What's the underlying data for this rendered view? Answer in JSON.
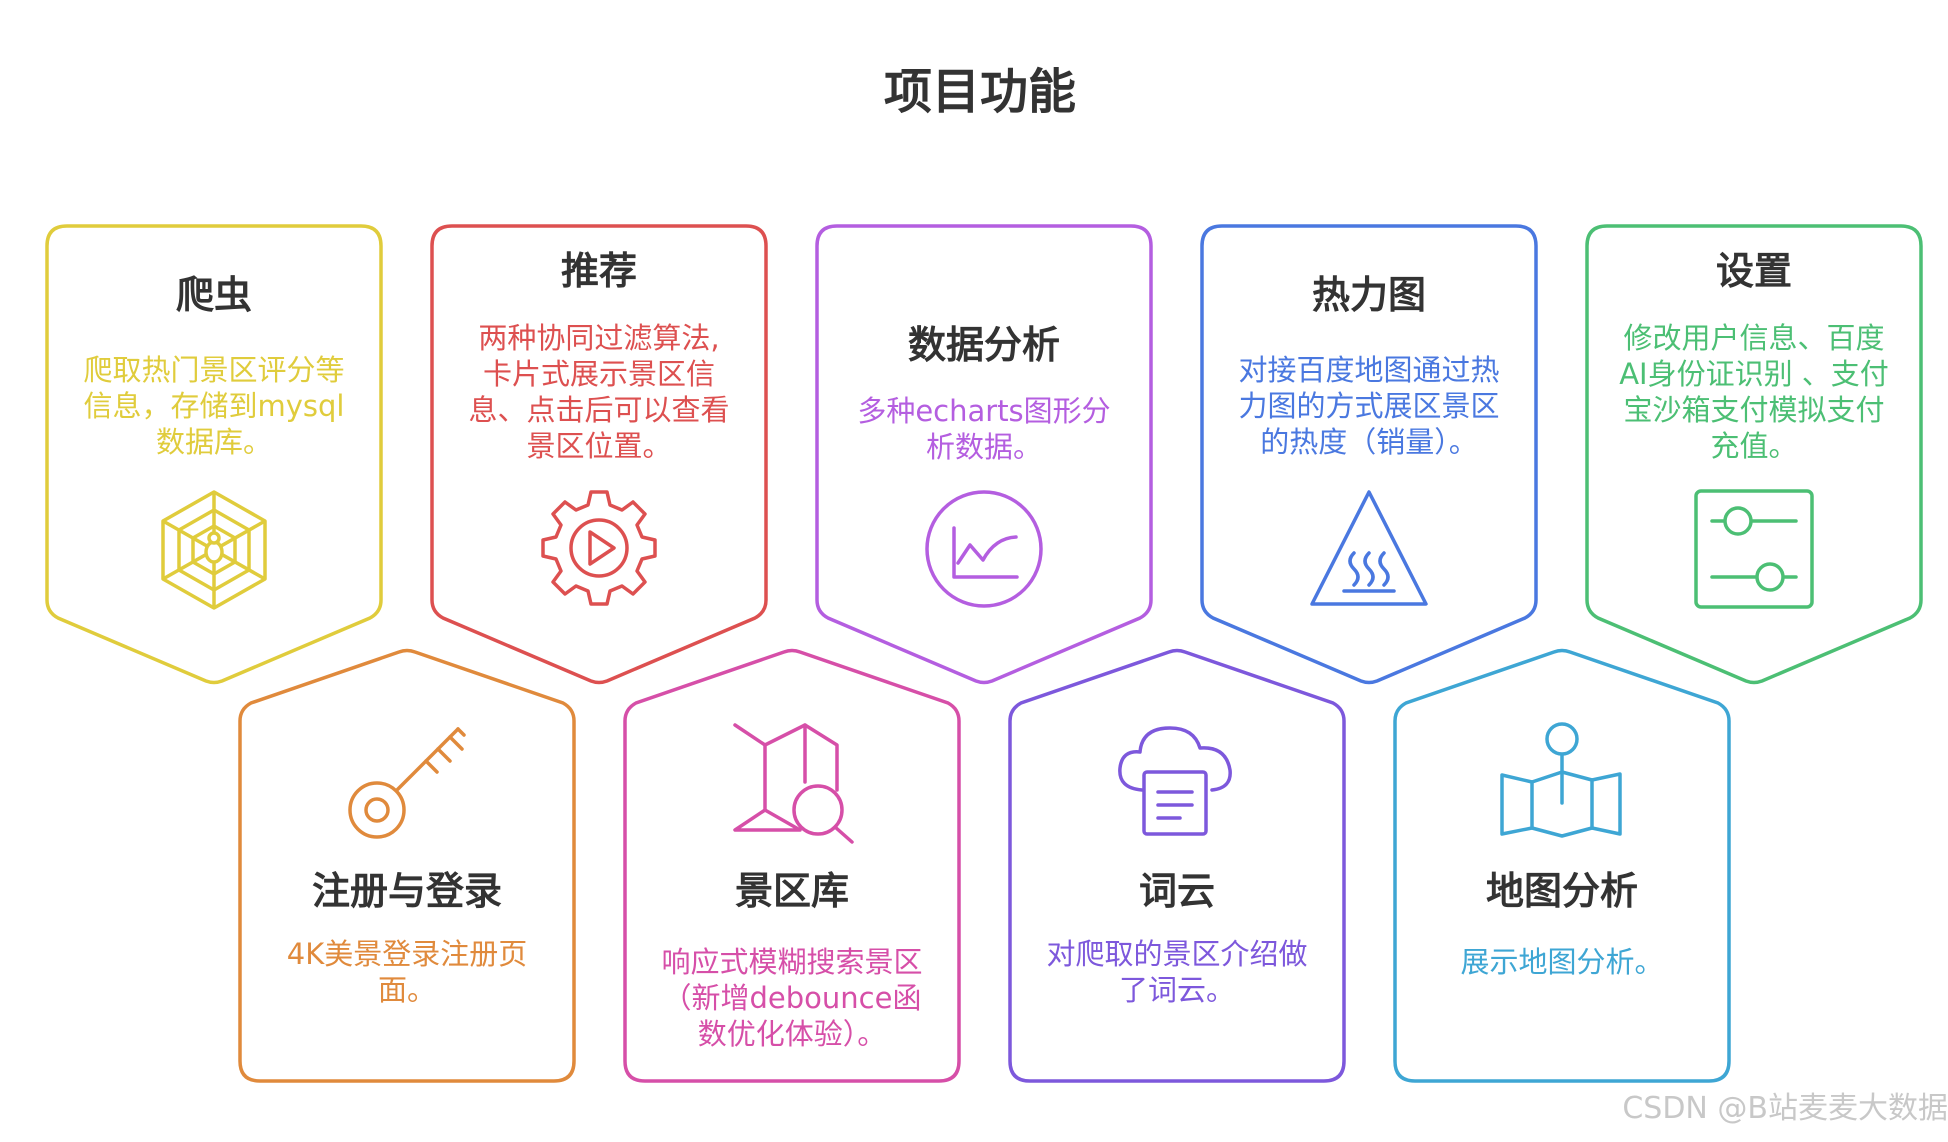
{
  "title": "项目功能",
  "top_row": [
    {
      "title": "爬虫",
      "desc": [
        "爬取热门景区评分等",
        "信息，存储到mysql",
        "数据库。"
      ],
      "color": "#e0cc3c",
      "icon": "spider-web-icon"
    },
    {
      "title": "推荐",
      "desc": [
        "两种协同过滤算法,",
        "卡片式展示景区信",
        "息、点击后可以查看",
        "景区位置。"
      ],
      "color": "#dd5050",
      "icon": "gear-play-icon"
    },
    {
      "title": "数据分析",
      "desc": [
        "多种echarts图形分",
        "析数据。"
      ],
      "color": "#b45ee0",
      "icon": "line-chart-circle-icon"
    },
    {
      "title": "热力图",
      "desc": [
        "对接百度地图通过热",
        "力图的方式展区景区",
        "的热度（销量）。"
      ],
      "color": "#4a78e0",
      "icon": "heat-warning-icon"
    },
    {
      "title": "设置",
      "desc": [
        "修改用户信息、百度",
        "AI身份证识别 、支付",
        "宝沙箱支付模拟支付",
        "充值。"
      ],
      "color": "#4cbf74",
      "icon": "sliders-icon"
    }
  ],
  "bottom_row": [
    {
      "title": "注册与登录",
      "desc": [
        "4K美景登录注册页",
        "面。"
      ],
      "color": "#e08a3c",
      "icon": "key-icon"
    },
    {
      "title": "景区库",
      "desc": [
        "响应式模糊搜索景区",
        "（新增debounce函",
        "数优化体验）。"
      ],
      "color": "#d64fa8",
      "icon": "map-search-icon"
    },
    {
      "title": "词云",
      "desc": [
        "对爬取的景区介绍做",
        "了词云。"
      ],
      "color": "#7d58dc",
      "icon": "cloud-document-icon"
    },
    {
      "title": "地图分析",
      "desc": [
        "展示地图分析。"
      ],
      "color": "#3ea6d4",
      "icon": "map-pin-icon"
    }
  ],
  "watermark": "CSDN @B站麦麦大数据"
}
